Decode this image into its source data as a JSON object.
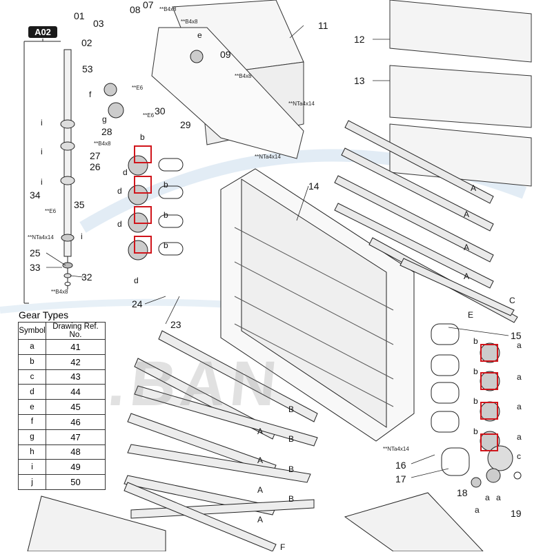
{
  "section_badge": "A02",
  "watermark": "E.BAN",
  "gear_table": {
    "title": "Gear Types",
    "headers": [
      "Symbol",
      "Drawing Ref. No."
    ],
    "rows": [
      {
        "symbol": "a",
        "ref": "41"
      },
      {
        "symbol": "b",
        "ref": "42"
      },
      {
        "symbol": "c",
        "ref": "43"
      },
      {
        "symbol": "d",
        "ref": "44"
      },
      {
        "symbol": "e",
        "ref": "45"
      },
      {
        "symbol": "f",
        "ref": "46"
      },
      {
        "symbol": "g",
        "ref": "47"
      },
      {
        "symbol": "h",
        "ref": "48"
      },
      {
        "symbol": "i",
        "ref": "49"
      },
      {
        "symbol": "j",
        "ref": "50"
      }
    ]
  },
  "part_numbers": {
    "p01": "01",
    "p02": "02",
    "p03": "03",
    "p07": "07",
    "p08": "08",
    "p09": "09",
    "p11": "11",
    "p12": "12",
    "p13": "13",
    "p14": "14",
    "p15": "15",
    "p16": "16",
    "p17": "17",
    "p18": "18",
    "p19": "19",
    "p23": "23",
    "p24": "24",
    "p25": "25",
    "p26": "26",
    "p27": "27",
    "p28": "28",
    "p29": "29",
    "p30": "30",
    "p32": "32",
    "p33": "33",
    "p34": "34",
    "p35": "35",
    "p53": "53"
  },
  "gear_callouts": {
    "a": "a",
    "b": "b",
    "c": "c",
    "d": "d",
    "e": "e",
    "f": "f",
    "g": "g",
    "i": "i"
  },
  "roller_labels": {
    "A": "A",
    "B": "B",
    "C": "C",
    "E": "E",
    "F": "F"
  },
  "screw_labels": {
    "b4x8": "B4x8",
    "e6": "E6",
    "nta4x14": "NTa4x14",
    "marker": "**"
  }
}
